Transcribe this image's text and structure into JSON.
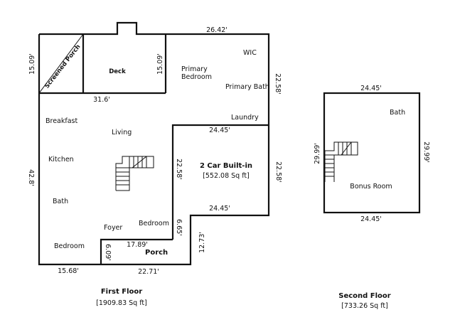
{
  "first_floor": {
    "title": "First Floor",
    "area": "[1909.83 Sq ft]",
    "rooms": {
      "screened_porch": "Screened Porch",
      "deck": "Deck",
      "primary_bedroom": [
        "Primary",
        "Bedroom"
      ],
      "wic": "WIC",
      "primary_bath": "Primary Bath",
      "laundry": "Laundry",
      "breakfast": "Breakfast",
      "living": "Living",
      "kitchen": "Kitchen",
      "bath": "Bath",
      "foyer": "Foyer",
      "bedroom_right": "Bedroom",
      "bedroom_left": "Bedroom",
      "porch": "Porch",
      "garage": "2 Car Built-in",
      "garage_area": "[552.08 Sq ft]"
    },
    "dimensions": {
      "top": "26.42'",
      "porch_height": "15.09'",
      "deck_height": "15.09'",
      "deck_width": "31.6'",
      "right_upper": "22.58'",
      "left_total": "42.8'",
      "garage_top": "24.45'",
      "garage_left": "22.58'",
      "garage_right": "22.58'",
      "garage_bottom": "24.45'",
      "notch": "6.65'",
      "right_lower": "12.73'",
      "porch_width": "17.89'",
      "porch_depth": "6.09'",
      "bottom_left": "15.68'",
      "bottom_right": "22.71'"
    }
  },
  "second_floor": {
    "title": "Second Floor",
    "area": "[733.26 Sq ft]",
    "rooms": {
      "bath": "Bath",
      "bonus_room": "Bonus Room"
    },
    "dimensions": {
      "top": "24.45'",
      "bottom": "24.45'",
      "left": "29.99'",
      "right": "29.99'"
    }
  }
}
